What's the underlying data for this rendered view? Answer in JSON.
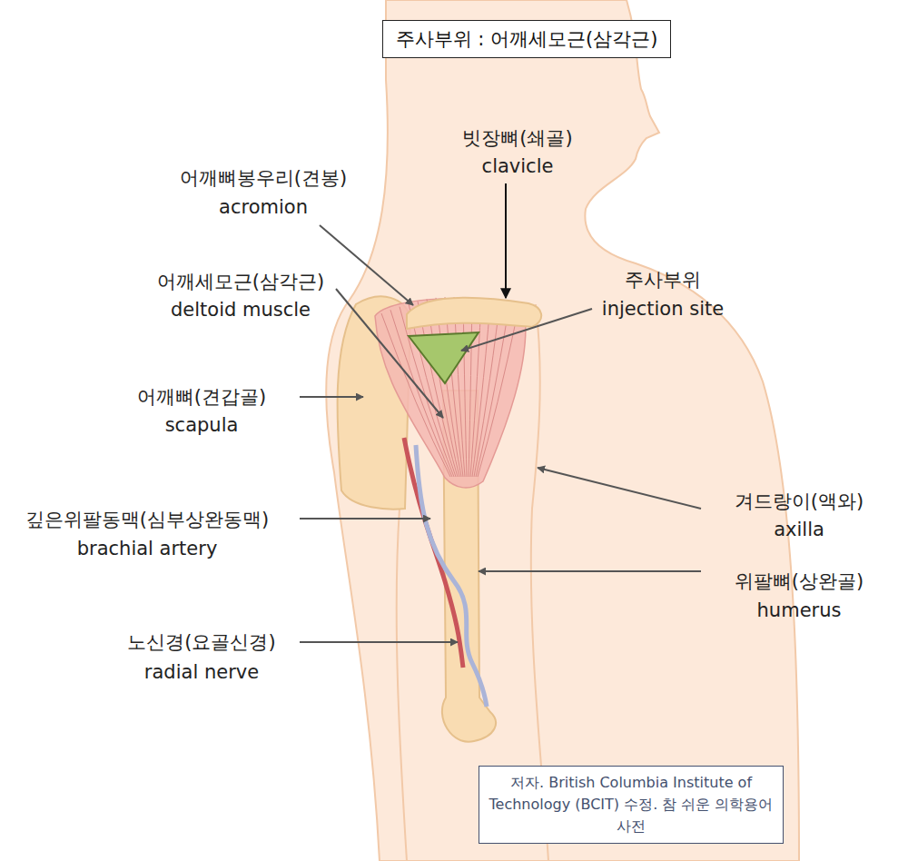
{
  "diagram": {
    "title": "주사부위 : 어깨세모근(삼각근)",
    "caption": "저자. British Columbia Institute of Technology (BCIT) 수정. 참 쉬운 의학용어 사전",
    "labels": [
      "빗장뼈(쇄골)",
      "clavicle",
      "어깨뼈봉우리(견봉)",
      "acromion",
      "어깨세모근(삼각근)",
      "deltoid muscle",
      "주사부위",
      "injection site",
      "어깨뼈(견갑골)",
      "scapula",
      "겨드랑이(액와)",
      "axilla",
      "깊은위팔동맥(심부상완동맥)",
      "brachial artery",
      "위팔뼈(상완골)",
      "humerus",
      "노신경(요골신경)",
      "radial nerve"
    ]
  }
}
